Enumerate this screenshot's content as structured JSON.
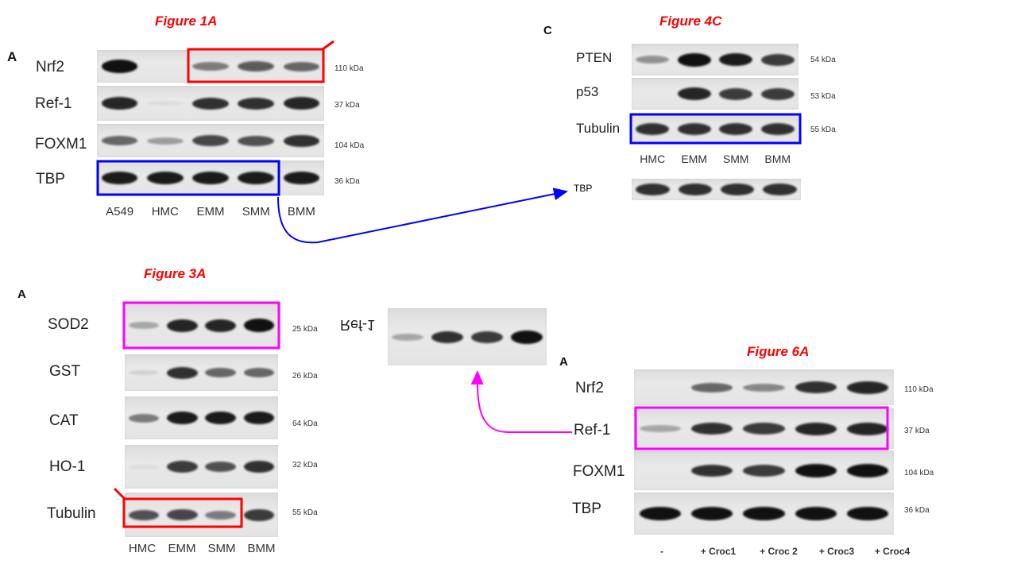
{
  "colors": {
    "red": "#ff0000",
    "blue": "#0000ff",
    "magenta": "#ff00ff",
    "band": "#111111"
  },
  "fig1a": {
    "title": "Figure 1A",
    "panel": "A",
    "lanes": [
      "A549",
      "HMC",
      "EMM",
      "SMM",
      "BMM"
    ],
    "rows": [
      {
        "label": "Nrf2",
        "kda": "110 kDa",
        "bands": [
          1.0,
          0.0,
          0.5,
          0.65,
          0.6
        ]
      },
      {
        "label": "Ref-1",
        "kda": "37 kDa",
        "bands": [
          0.9,
          0.05,
          0.85,
          0.85,
          0.9
        ]
      },
      {
        "label": "FOXM1",
        "kda": "104 kDa",
        "bands": [
          0.6,
          0.35,
          0.75,
          0.7,
          0.85
        ]
      },
      {
        "label": "TBP",
        "kda": "36 kDa",
        "bands": [
          0.95,
          0.95,
          0.95,
          0.95,
          0.95
        ]
      }
    ]
  },
  "fig4c": {
    "title": "Figure 4C",
    "panel": "C",
    "lanes": [
      "HMC",
      "EMM",
      "SMM",
      "BMM"
    ],
    "rows": [
      {
        "label": "PTEN",
        "kda": "54 kDa",
        "bands": [
          0.4,
          1.0,
          0.95,
          0.8
        ]
      },
      {
        "label": "p53",
        "kda": "53 kDa",
        "bands": [
          0.0,
          0.9,
          0.8,
          0.8
        ]
      },
      {
        "label": "Tubulin",
        "kda": "55 kDa",
        "bands": [
          0.85,
          0.85,
          0.85,
          0.85
        ]
      }
    ],
    "extra_row": {
      "label": "TBP",
      "bands": [
        0.85,
        0.85,
        0.85,
        0.85
      ]
    }
  },
  "fig3a": {
    "title": "Figure 3A",
    "panel": "A",
    "lanes": [
      "HMC",
      "EMM",
      "SMM",
      "BMM"
    ],
    "rows": [
      {
        "label": "SOD2",
        "kda": "25 kDa",
        "bands": [
          0.3,
          0.9,
          0.9,
          1.0
        ]
      },
      {
        "label": "GST",
        "kda": "26 kDa",
        "bands": [
          0.1,
          0.85,
          0.6,
          0.6
        ]
      },
      {
        "label": "CAT",
        "kda": "64 kDa",
        "bands": [
          0.5,
          0.95,
          0.95,
          0.95
        ]
      },
      {
        "label": "HO-1",
        "kda": "32 kDa",
        "bands": [
          0.05,
          0.8,
          0.7,
          0.85
        ]
      },
      {
        "label": "Tubulin",
        "kda": "55 kDa",
        "bands": [
          0.7,
          0.75,
          0.5,
          0.8
        ]
      }
    ]
  },
  "mirrored": {
    "label": "Ref-1",
    "bands": [
      0.3,
      0.85,
      0.8,
      1.0
    ]
  },
  "fig6a": {
    "title": "Figure 6A",
    "panel": "A",
    "lanes": [
      "-",
      "+ Croc1",
      "+ Croc 2",
      "+ Croc3",
      "+ Croc4"
    ],
    "rows": [
      {
        "label": "Nrf2",
        "kda": "110 kDa",
        "bands": [
          0.0,
          0.6,
          0.45,
          0.85,
          0.9
        ]
      },
      {
        "label": "Ref-1",
        "kda": "37 kDa",
        "bands": [
          0.3,
          0.85,
          0.8,
          0.9,
          0.9
        ]
      },
      {
        "label": "FOXM1",
        "kda": "104 kDa",
        "bands": [
          0.0,
          0.85,
          0.8,
          1.0,
          1.0
        ]
      },
      {
        "label": "TBP",
        "kda": "36 kDa",
        "bands": [
          1.0,
          1.0,
          1.0,
          1.0,
          1.0
        ]
      }
    ]
  }
}
